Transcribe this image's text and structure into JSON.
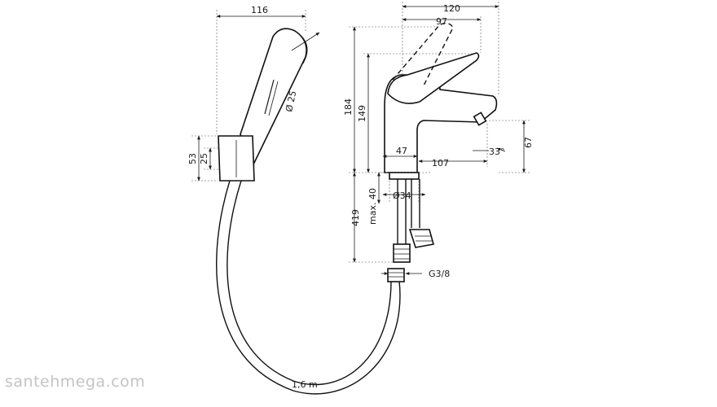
{
  "diagram": {
    "dimensions": {
      "handshower_length": "116",
      "handshower_diameter": "Ø 25",
      "holder_height": "53",
      "holder_inner": "25",
      "mixer_width": "120",
      "lever_reach": "97",
      "total_height": "184",
      "body_height": "149",
      "base_offset": "47",
      "spout_reach": "107",
      "spout_angle": "33°",
      "spout_height": "67",
      "below_counter": "419",
      "max_thickness": "max. 40",
      "hole_diameter": "Ø34",
      "connection_thread": "G3/8",
      "hose_length": "1,6 m"
    },
    "watermark": "santehmega.com"
  }
}
